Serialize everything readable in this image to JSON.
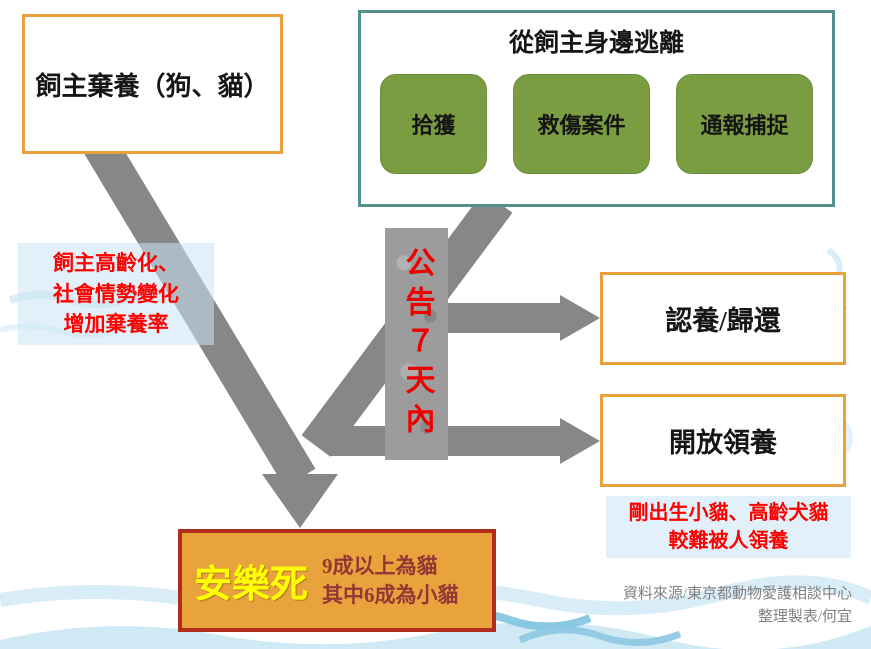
{
  "abandon_box": {
    "label": "飼主棄養（狗、貓）"
  },
  "escape_box": {
    "title": "從飼主身邊逃離",
    "items": [
      {
        "label": "拾獲"
      },
      {
        "label": "救傷案件"
      },
      {
        "label": "通報捕捉"
      }
    ]
  },
  "aging_note": {
    "lines": [
      "飼主高齡化、",
      "社會情勢變化",
      "增加棄養率"
    ]
  },
  "notice_box": {
    "label": "公告７天內"
  },
  "adopt_return_box": {
    "label": "認養/歸還"
  },
  "open_adopt_box": {
    "label": "開放領養"
  },
  "adopt_note": {
    "lines": [
      "剛出生小貓、高齡犬貓",
      "較難被人領養"
    ]
  },
  "euthanasia_box": {
    "label": "安樂死",
    "notes": [
      "9成以上為貓",
      "其中6成為小貓"
    ]
  },
  "credit": {
    "lines": [
      "資料來源/東京都動物愛護相談中心",
      "整理製表/何宜"
    ]
  },
  "colors": {
    "orange_border": "#E8A13C",
    "teal_border": "#53918F",
    "green_fill": "#7B9D41",
    "red_text": "#FF0000",
    "arrow_gray": "#878787",
    "euthanasia_fill": "#E8A33D",
    "euthanasia_border": "#B02C1B",
    "euthanasia_title": "#FFFF00",
    "wave_blue": "#BFE2F2"
  }
}
